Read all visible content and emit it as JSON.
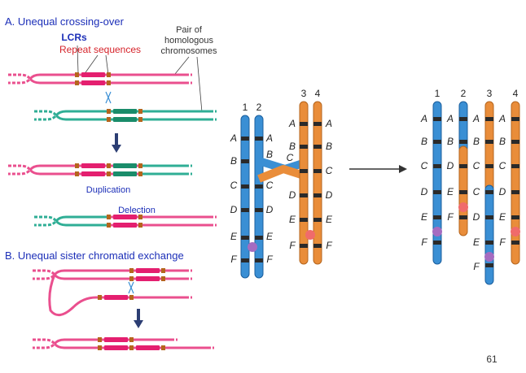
{
  "panel_a": {
    "title": "A. Unequal crossing-over",
    "lcrs": "LCRs",
    "repeat": "Repeat sequences",
    "pair_line1": "Pair of",
    "pair_line2": "homologous",
    "pair_line3": "chromosomes",
    "duplication": "Duplication",
    "deletion": "Delection"
  },
  "panel_b": {
    "title": "B. Unequal sister chromatid exchange"
  },
  "chromosomes": {
    "left_numbers": [
      "1",
      "2",
      "3",
      "4"
    ],
    "right_numbers": [
      "1",
      "2",
      "3",
      "4"
    ],
    "loci": [
      "A",
      "B",
      "C",
      "D",
      "E",
      "F"
    ]
  },
  "page_number": "61",
  "colors": {
    "pink": "#ea4f8e",
    "teal": "#2fae95",
    "blue": "#3a8fd4",
    "orange": "#e98d3a",
    "title_blue": "#1c2fb8",
    "label_red": "#d6232a"
  }
}
